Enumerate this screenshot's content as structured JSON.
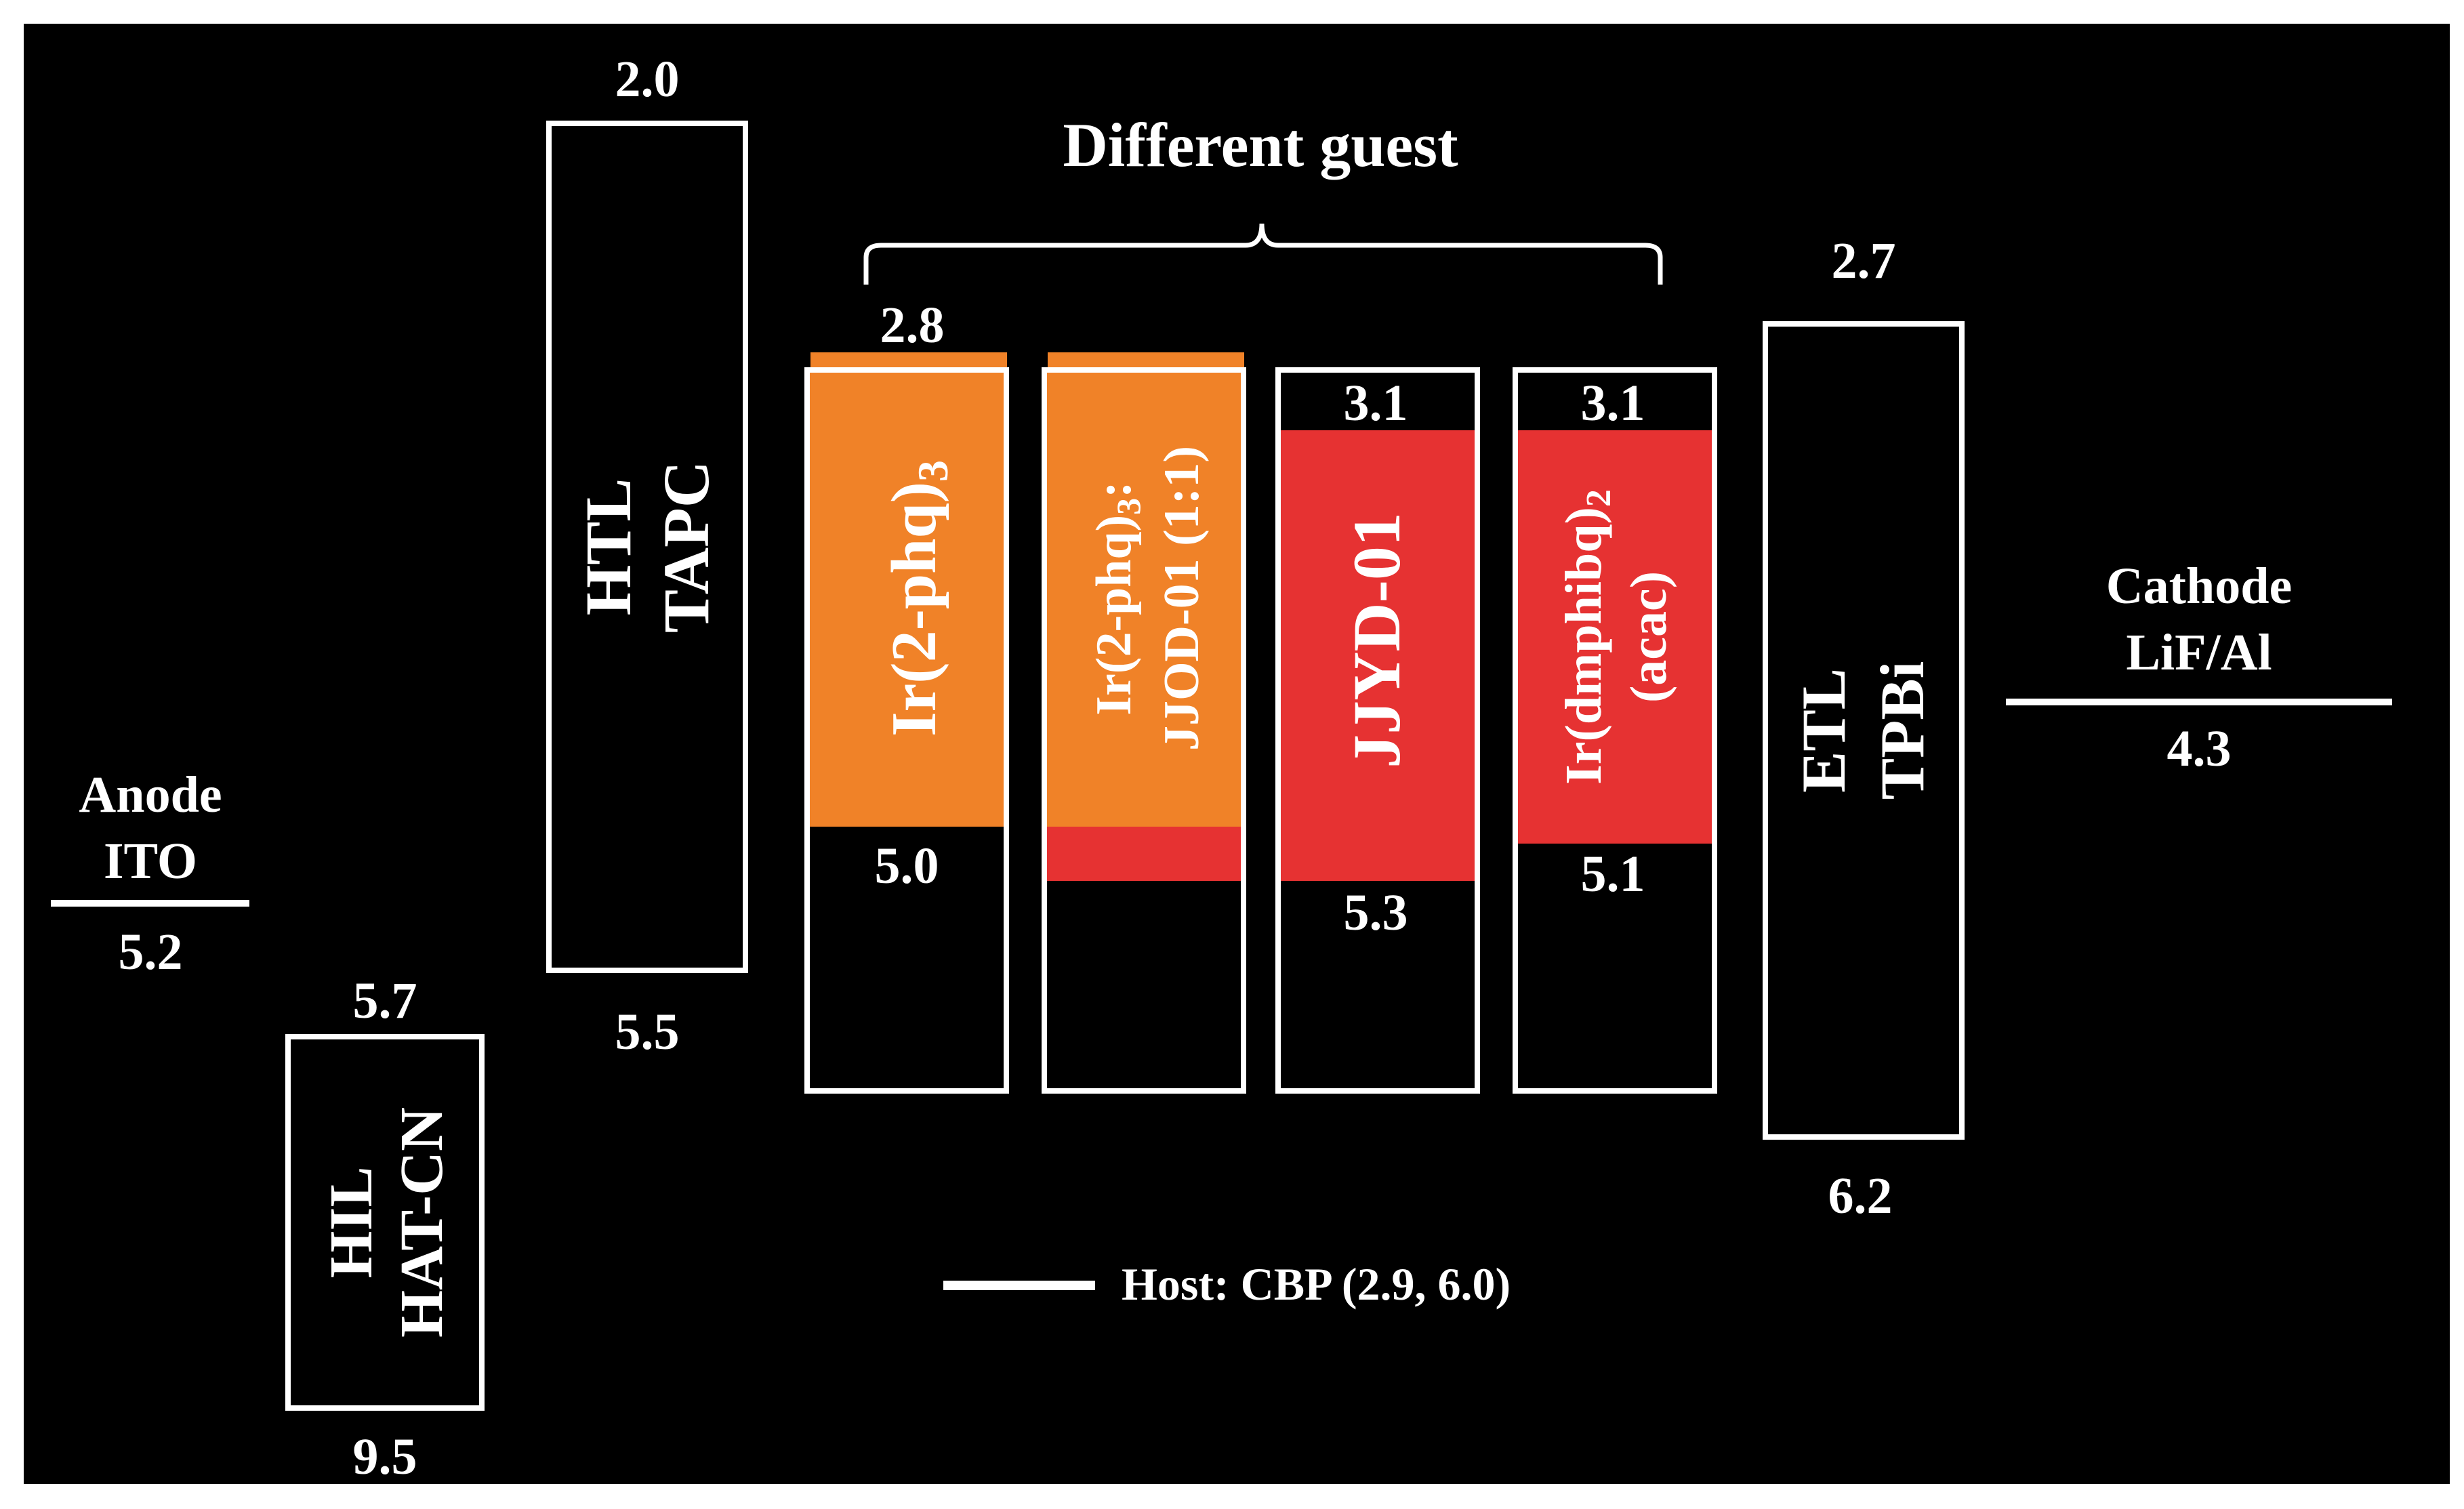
{
  "title": "Different guest",
  "colors": {
    "background": "#000000",
    "border": "#ffffff",
    "orange": "#f08228",
    "red": "#e63232",
    "text": "#ffffff"
  },
  "electrodes": {
    "anode": {
      "label_line1": "Anode",
      "label_line2": "ITO",
      "value": "5.2"
    },
    "cathode": {
      "label_line1": "Cathode",
      "label_line2": "LiF/Al",
      "value": "4.3"
    }
  },
  "layers": {
    "hil": {
      "name": "HIL",
      "material": "HAT-CN",
      "top": "5.7",
      "bottom": "9.5"
    },
    "htl": {
      "name": "HTL",
      "material": "TAPC",
      "top": "2.0",
      "bottom": "5.5"
    },
    "etl": {
      "name": "ETL",
      "material": "TPBi",
      "top": "2.7",
      "bottom": "6.2"
    }
  },
  "guests": {
    "g1": {
      "label": "Ir(2-phq)",
      "sub": "3",
      "lumo": "2.8",
      "homo": "5.0",
      "color": "orange"
    },
    "g2": {
      "label_line1a": "Ir(2-phq)",
      "label_line1_sub": "3",
      "label_line1_suffix": ":",
      "label_line2": "JJOD-01 (1:1)",
      "color": "orange/red"
    },
    "g3": {
      "label": "JJYD-01",
      "lumo": "3.1",
      "homo": "5.3",
      "color": "red"
    },
    "g4": {
      "label_line1a": "Ir(dmphibq)",
      "label_line1_sub": "2",
      "label_line2": "(acac)",
      "lumo": "3.1",
      "homo": "5.1",
      "color": "red"
    }
  },
  "legend": {
    "label": "Host: CBP (2.9, 6.0)"
  }
}
